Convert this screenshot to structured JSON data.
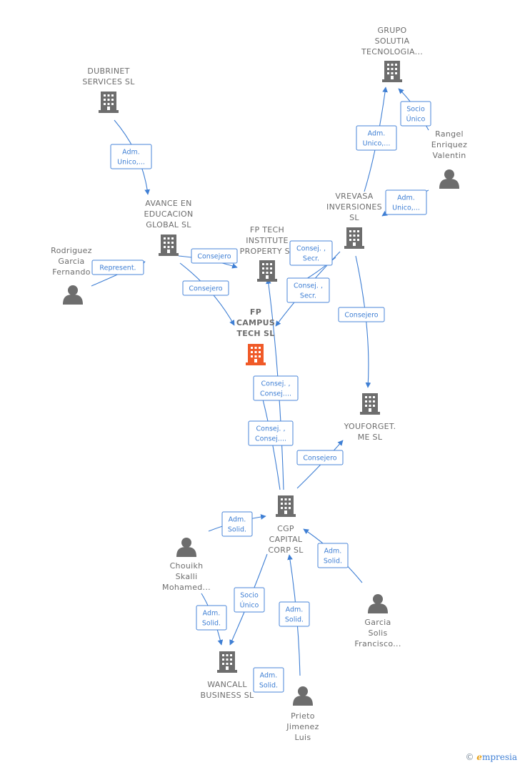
{
  "colors": {
    "edge": "#3f7fd4",
    "node": "#6d6d6d",
    "highlight": "#f05a28"
  },
  "nodes": [
    {
      "id": "dubrinet",
      "type": "company",
      "lines": [
        "DUBRINET",
        "SERVICES SL"
      ],
      "icon": "building-icon"
    },
    {
      "id": "grupo",
      "type": "company",
      "lines": [
        "GRUPO",
        "SOLUTIA",
        "TECNOLOGIA..."
      ],
      "icon": "building-icon"
    },
    {
      "id": "rangel",
      "type": "person",
      "lines": [
        "Rangel",
        "Enriquez",
        "Valentin"
      ],
      "icon": "person-icon"
    },
    {
      "id": "vrevasa",
      "type": "company",
      "lines": [
        "VREVASA",
        "INVERSIONES",
        "SL"
      ],
      "icon": "building-icon"
    },
    {
      "id": "avance",
      "type": "company",
      "lines": [
        "AVANCE EN",
        "EDUCACION",
        "GLOBAL  SL"
      ],
      "icon": "building-icon"
    },
    {
      "id": "rodriguez",
      "type": "person",
      "lines": [
        "Rodriguez",
        "Garcia",
        "Fernando"
      ],
      "icon": "person-icon"
    },
    {
      "id": "fptech",
      "type": "company",
      "lines": [
        "FP TECH",
        "INSTITUTE",
        "PROPERTY  SL"
      ],
      "icon": "building-icon"
    },
    {
      "id": "fpcampus",
      "type": "company",
      "main": true,
      "lines": [
        "FP",
        "CAMPUS",
        "TECH  SL"
      ],
      "icon": "building-icon"
    },
    {
      "id": "youforget",
      "type": "company",
      "lines": [
        "YOUFORGET.",
        "ME  SL"
      ],
      "icon": "building-icon"
    },
    {
      "id": "cgp",
      "type": "company",
      "lines": [
        "CGP",
        "CAPITAL",
        "CORP  SL"
      ],
      "icon": "building-icon"
    },
    {
      "id": "chouikh",
      "type": "person",
      "lines": [
        "Chouikh",
        "Skalli",
        "Mohamed..."
      ],
      "icon": "person-icon"
    },
    {
      "id": "garcia",
      "type": "person",
      "lines": [
        "Garcia",
        "Solis",
        "Francisco..."
      ],
      "icon": "person-icon"
    },
    {
      "id": "wancall",
      "type": "company",
      "lines": [
        "WANCALL",
        "BUSINESS  SL"
      ],
      "icon": "building-icon"
    },
    {
      "id": "prieto",
      "type": "person",
      "lines": [
        "Prieto",
        "Jimenez",
        "Luis"
      ],
      "icon": "person-icon"
    }
  ],
  "edges": [
    {
      "id": "e1",
      "lines": [
        "Adm.",
        "Unico,..."
      ]
    },
    {
      "id": "e2",
      "lines": [
        "Adm.",
        "Unico,..."
      ]
    },
    {
      "id": "e3",
      "lines": [
        "Socio",
        "Único"
      ]
    },
    {
      "id": "e4",
      "lines": [
        "Adm.",
        "Unico,..."
      ]
    },
    {
      "id": "e5",
      "lines": [
        "Represent."
      ]
    },
    {
      "id": "e6",
      "lines": [
        "Consejero"
      ]
    },
    {
      "id": "e7",
      "lines": [
        "Consejero"
      ]
    },
    {
      "id": "e8",
      "lines": [
        "Consej. ,",
        "Secr."
      ]
    },
    {
      "id": "e9",
      "lines": [
        "Consej. ,",
        "Secr."
      ]
    },
    {
      "id": "e10",
      "lines": [
        "Consejero"
      ]
    },
    {
      "id": "e11",
      "lines": [
        "Consej. ,",
        "Consej...."
      ]
    },
    {
      "id": "e12",
      "lines": [
        "Consej. ,",
        "Consej...."
      ]
    },
    {
      "id": "e13",
      "lines": [
        "Consejero"
      ]
    },
    {
      "id": "e14",
      "lines": [
        "Adm.",
        "Solid."
      ]
    },
    {
      "id": "e15",
      "lines": [
        "Adm.",
        "Solid."
      ]
    },
    {
      "id": "e16",
      "lines": [
        "Socio",
        "Único"
      ]
    },
    {
      "id": "e17",
      "lines": [
        "Adm.",
        "Solid."
      ]
    },
    {
      "id": "e18",
      "lines": [
        "Adm.",
        "Solid."
      ]
    },
    {
      "id": "e19",
      "lines": [
        "Adm.",
        "Solid."
      ]
    }
  ],
  "footer": {
    "copyright": "©",
    "brand_initial": "e",
    "brand_rest": "mpresia"
  }
}
